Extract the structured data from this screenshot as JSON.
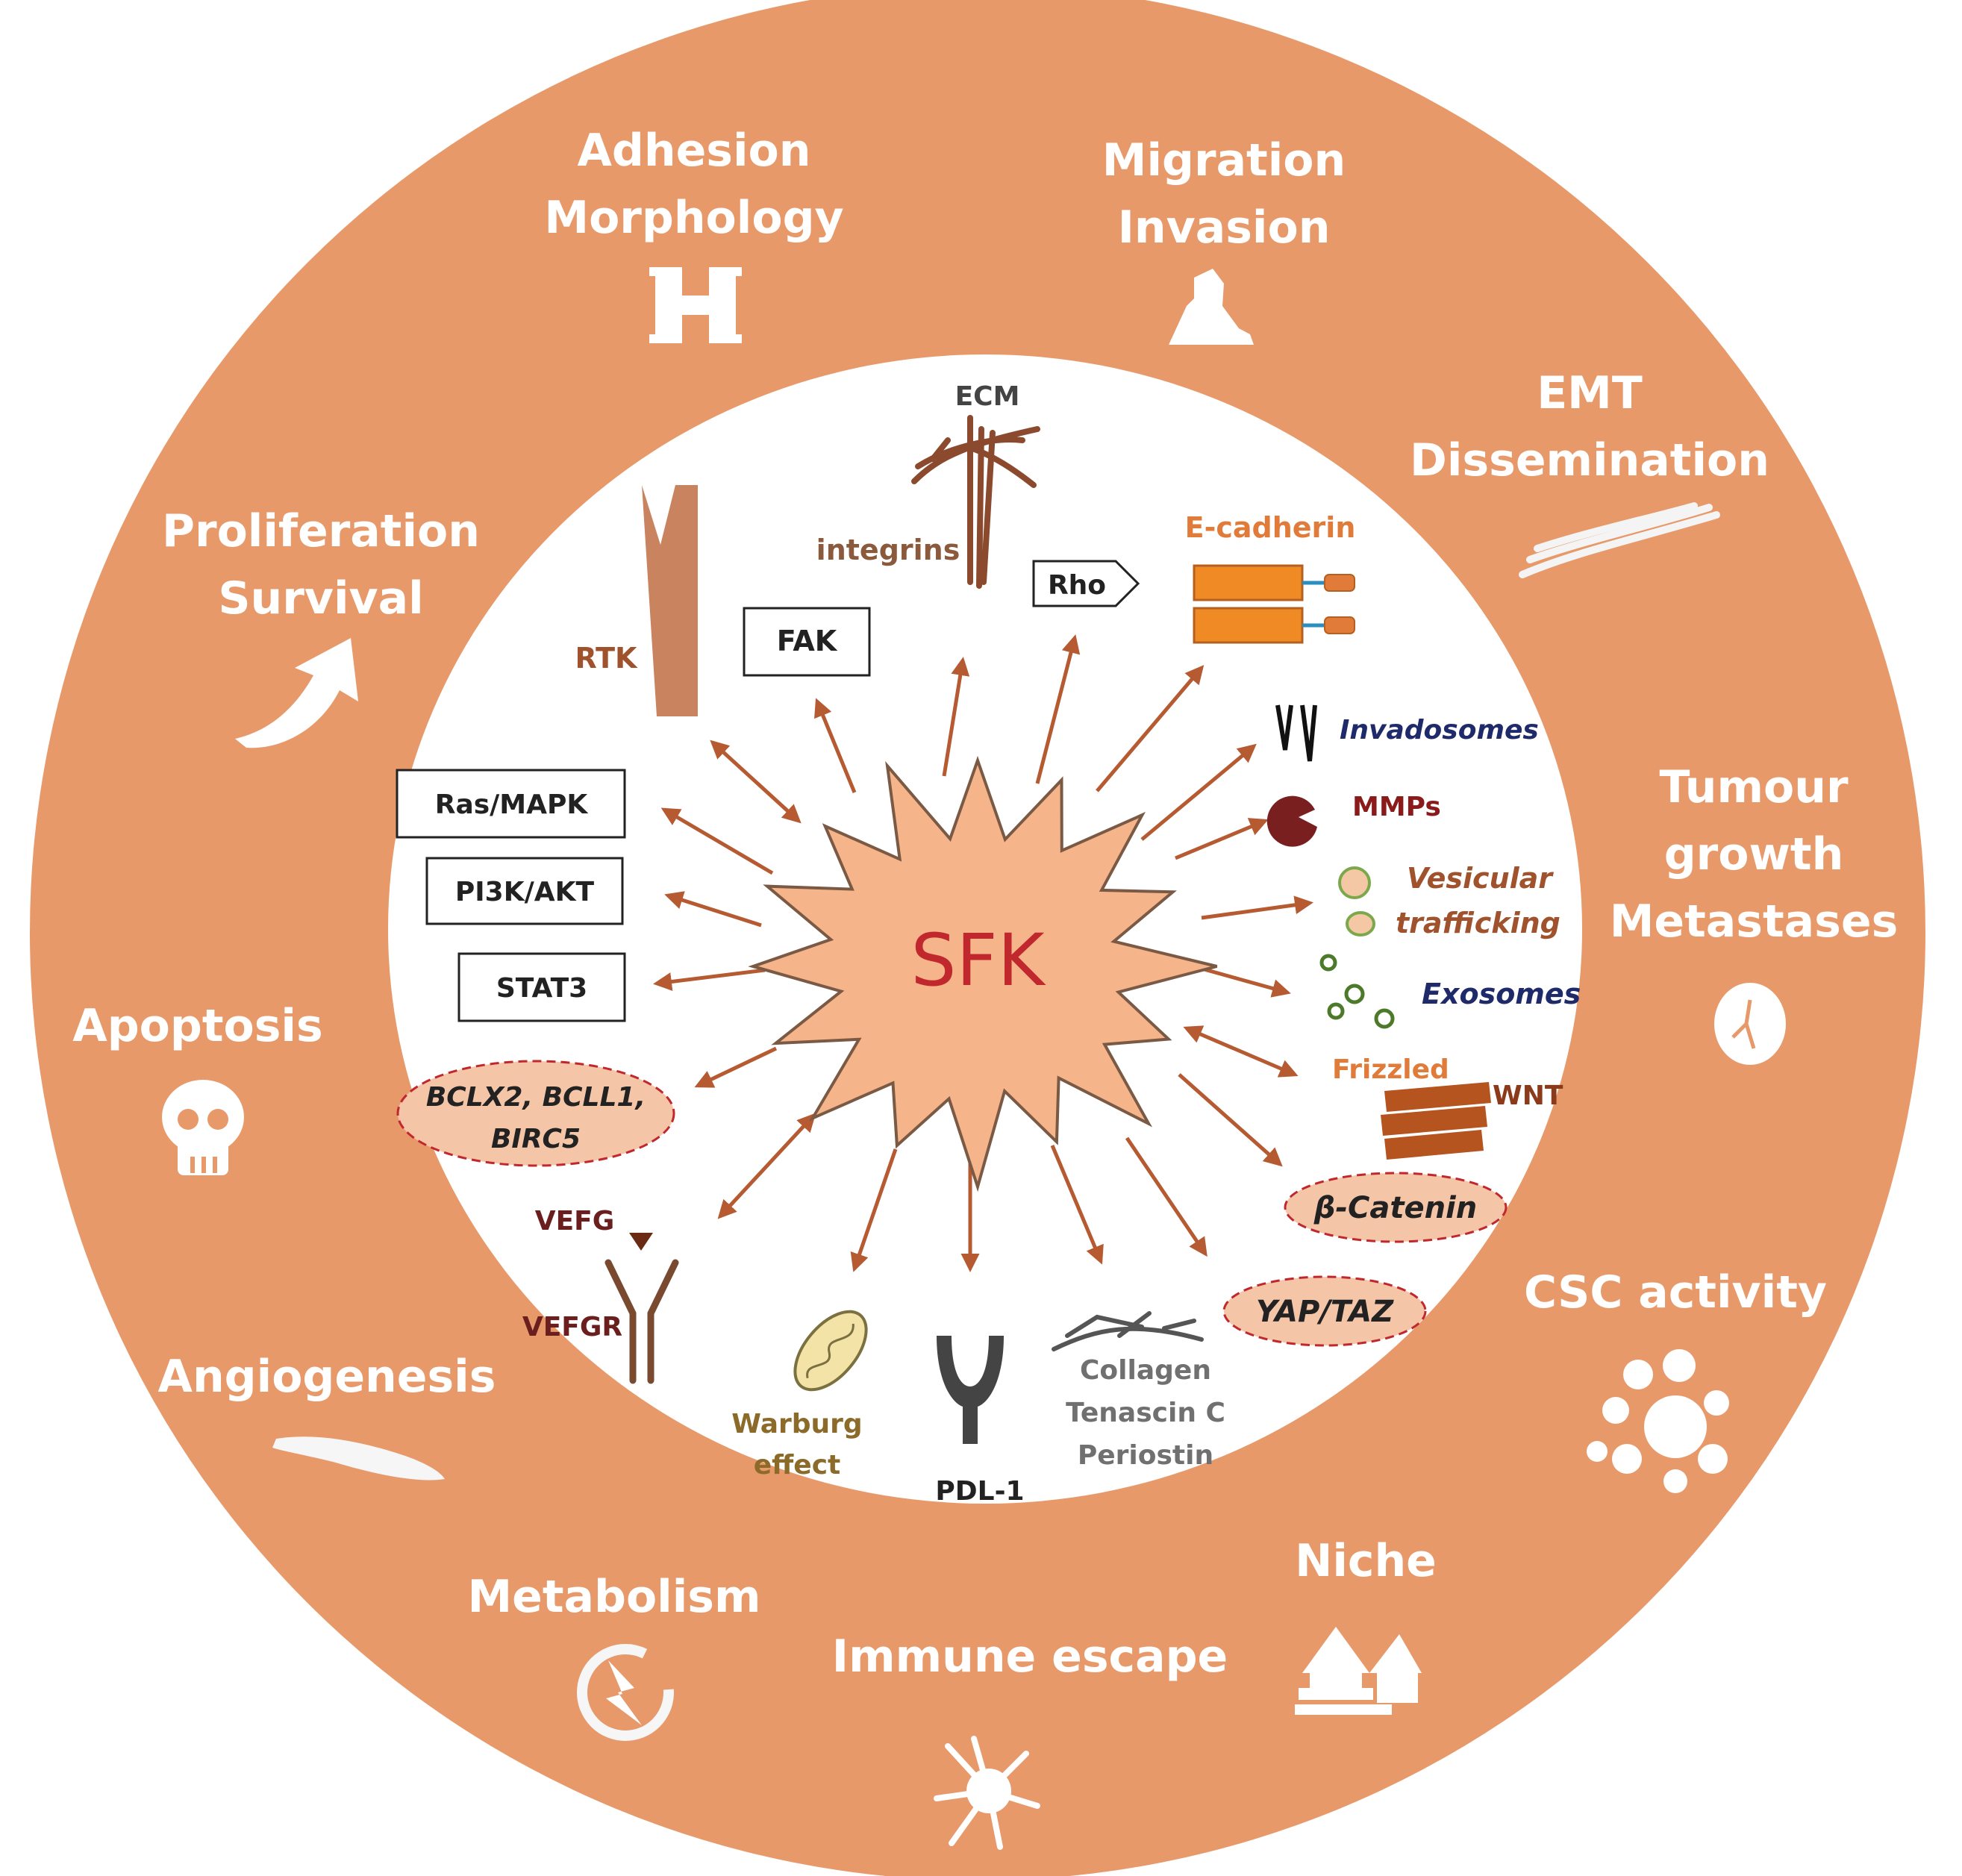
{
  "center": {
    "label": "SFK"
  },
  "outer": {
    "adhesion": [
      "Adhesion",
      "Morphology"
    ],
    "migration": [
      "Migration",
      "Invasion"
    ],
    "emt": [
      "EMT",
      "Dissemination"
    ],
    "tumour": [
      "Tumour",
      "growth",
      "Metastases"
    ],
    "csc": [
      "CSC activity"
    ],
    "niche": [
      "Niche"
    ],
    "immune": [
      "Immune escape"
    ],
    "metabolism": [
      "Metabolism"
    ],
    "angiogenesis": [
      "Angiogenesis"
    ],
    "apoptosis": [
      "Apoptosis"
    ],
    "proliferation": [
      "Proliferation",
      "Survival"
    ]
  },
  "inner": {
    "ecm": "ECM",
    "integrins": "integrins",
    "rtk": "RTK",
    "fak": "FAK",
    "rho": "Rho",
    "ecadherin": "E-cadherin",
    "invadosomes": "Invadosomes",
    "mmps": "MMPs",
    "vesicular": [
      "Vesicular",
      "trafficking"
    ],
    "exosomes": "Exosomes",
    "frizzled": "Frizzled",
    "wnt": "WNT",
    "catenin": "β-Catenin",
    "yaptaz": "YAP/TAZ",
    "ras": "Ras/MAPK",
    "pi3k": "PI3K/AKT",
    "stat3": "STAT3",
    "bclx": [
      "BCLX2, BCLL1,",
      "BIRC5"
    ],
    "vefg": "VEFG",
    "vefgr": "VEFGR",
    "warburg": [
      "Warburg",
      "effect"
    ],
    "pdl1": "PDL-1",
    "collagen": [
      "Collagen",
      "Tenascin C",
      "Periostin"
    ]
  },
  "colors": {
    "ring": "#E8996A",
    "arrow": "#B65A32",
    "star": "#F5B48A",
    "center_text": "#C0282D",
    "label_brown": "#A0522D",
    "label_blue": "#1F2A6B"
  }
}
